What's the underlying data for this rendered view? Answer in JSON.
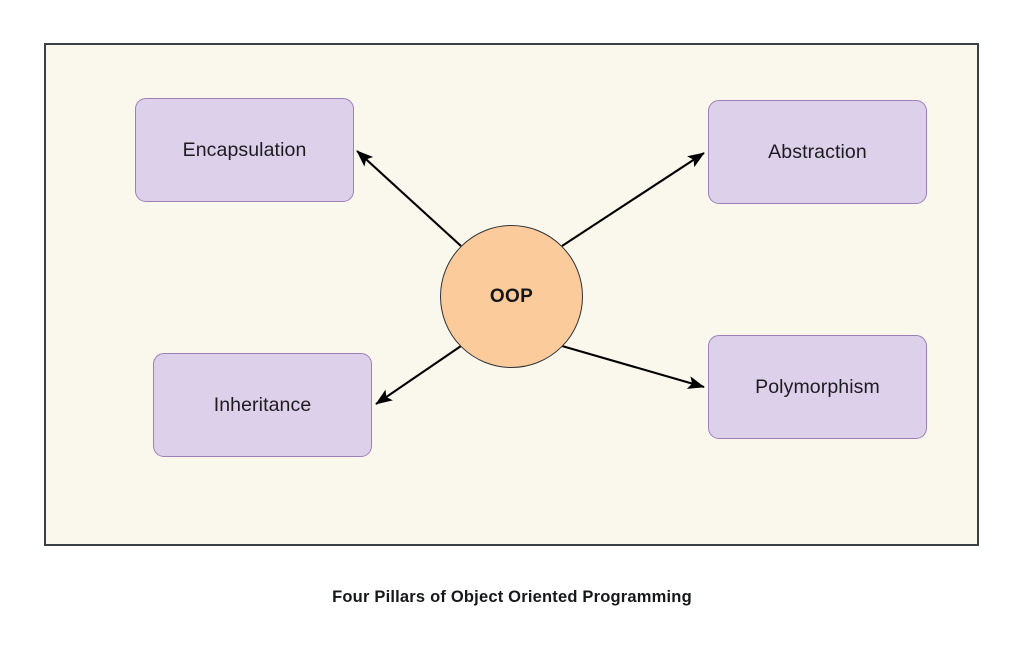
{
  "diagram": {
    "caption": "Four Pillars of Object Oriented Programming",
    "frame": {
      "background_color": "#faf7ec",
      "border_color": "#3b4045"
    },
    "center": {
      "label": "OOP",
      "shape": "circle",
      "fill_color": "#fbcb9c",
      "border_color": "#2f3338"
    },
    "nodes": [
      {
        "id": "encapsulation",
        "label": "Encapsulation",
        "position": "top-left",
        "fill_color": "#ddd0ea",
        "border_color": "#9f7fb8"
      },
      {
        "id": "abstraction",
        "label": "Abstraction",
        "position": "top-right",
        "fill_color": "#ddd0ea",
        "border_color": "#9f7fb8"
      },
      {
        "id": "inheritance",
        "label": "Inheritance",
        "position": "bottom-left",
        "fill_color": "#ddd0ea",
        "border_color": "#9f7fb8"
      },
      {
        "id": "polymorphism",
        "label": "Polymorphism",
        "position": "bottom-right",
        "fill_color": "#ddd0ea",
        "border_color": "#9f7fb8"
      }
    ],
    "connectors": [
      {
        "from": "OOP",
        "to": "Encapsulation",
        "style": "arrow",
        "color": "#000000"
      },
      {
        "from": "OOP",
        "to": "Abstraction",
        "style": "arrow",
        "color": "#000000"
      },
      {
        "from": "OOP",
        "to": "Inheritance",
        "style": "arrow",
        "color": "#000000"
      },
      {
        "from": "OOP",
        "to": "Polymorphism",
        "style": "arrow",
        "color": "#000000"
      }
    ]
  }
}
